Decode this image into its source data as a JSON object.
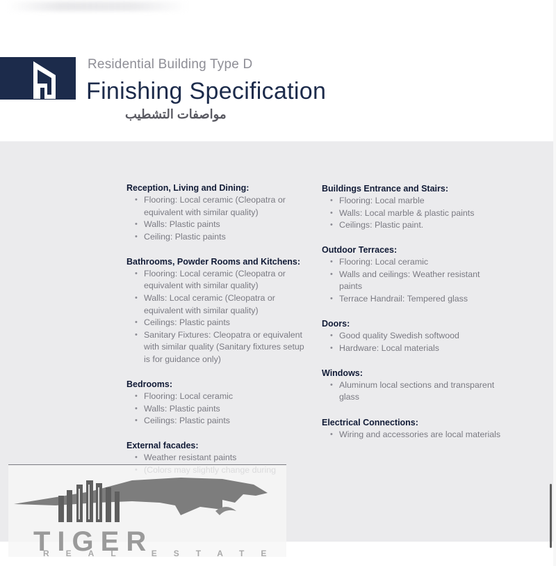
{
  "header": {
    "subtitle": "Residential Building Type D",
    "title": "Finishing Specification",
    "title_ar": "مواصفات التشطيب",
    "logo_icon": "building-logo-icon"
  },
  "left_column": [
    {
      "heading": "Reception, Living and Dining:",
      "items": [
        "Flooring: Local ceramic (Cleopatra or equivalent with similar quality)",
        "Walls: Plastic paints",
        "Ceiling: Plastic paints"
      ]
    },
    {
      "heading": "Bathrooms, Powder Rooms and Kitchens:",
      "items": [
        "Flooring: Local ceramic (Cleopatra or equivalent with similar quality)",
        "Walls: Local ceramic (Cleopatra or equivalent with similar quality)",
        "Ceilings: Plastic paints",
        "Sanitary Fixtures: Cleopatra or equivalent with similar quality (Sanitary fixtures setup is for guidance only)"
      ]
    },
    {
      "heading": "Bedrooms:",
      "items": [
        "Flooring: Local ceramic",
        "Walls: Plastic paints",
        "Ceilings: Plastic paints"
      ]
    },
    {
      "heading": "External facades:",
      "items": [
        "Weather resistant paints",
        "(Colors may slightly change during construction)"
      ]
    }
  ],
  "right_column": [
    {
      "heading": "Buildings Entrance and Stairs:",
      "items": [
        "Flooring: Local marble",
        "Walls: Local marble & plastic paints",
        "Ceilings: Plastic paint."
      ]
    },
    {
      "heading": "Outdoor Terraces:",
      "items": [
        "Flooring: Local ceramic",
        "Walls and ceilings: Weather resistant paints",
        "Terrace Handrail: Tempered glass"
      ]
    },
    {
      "heading": "Doors:",
      "items": [
        "Good quality Swedish softwood",
        "Hardware: Local materials"
      ]
    },
    {
      "heading": "Windows:",
      "items": [
        "Aluminum local sections and transparent glass"
      ]
    },
    {
      "heading": "Electrical Connections:",
      "items": [
        "Wiring and accessories are local materials"
      ]
    }
  ],
  "watermark": {
    "brand": "TIGER",
    "tagline": "REAL ESTATE",
    "icon": "tiger-buildings-icon"
  },
  "colors": {
    "brand_navy": "#1c2b4b",
    "panel_grey": "#ebebed",
    "body_text": "#7a7a82"
  }
}
